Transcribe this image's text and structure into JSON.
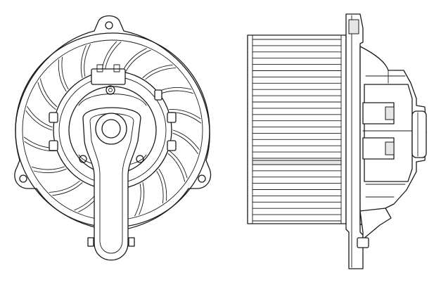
{
  "figure": {
    "subject": "blower-motor-technical-drawing",
    "views": [
      "front-view",
      "side-view"
    ],
    "line_color": "#1a1a1a",
    "background": "#ffffff",
    "front_view": {
      "fan_blade_count": 18
    },
    "side_view": {
      "impeller_vane_count": 30
    }
  }
}
